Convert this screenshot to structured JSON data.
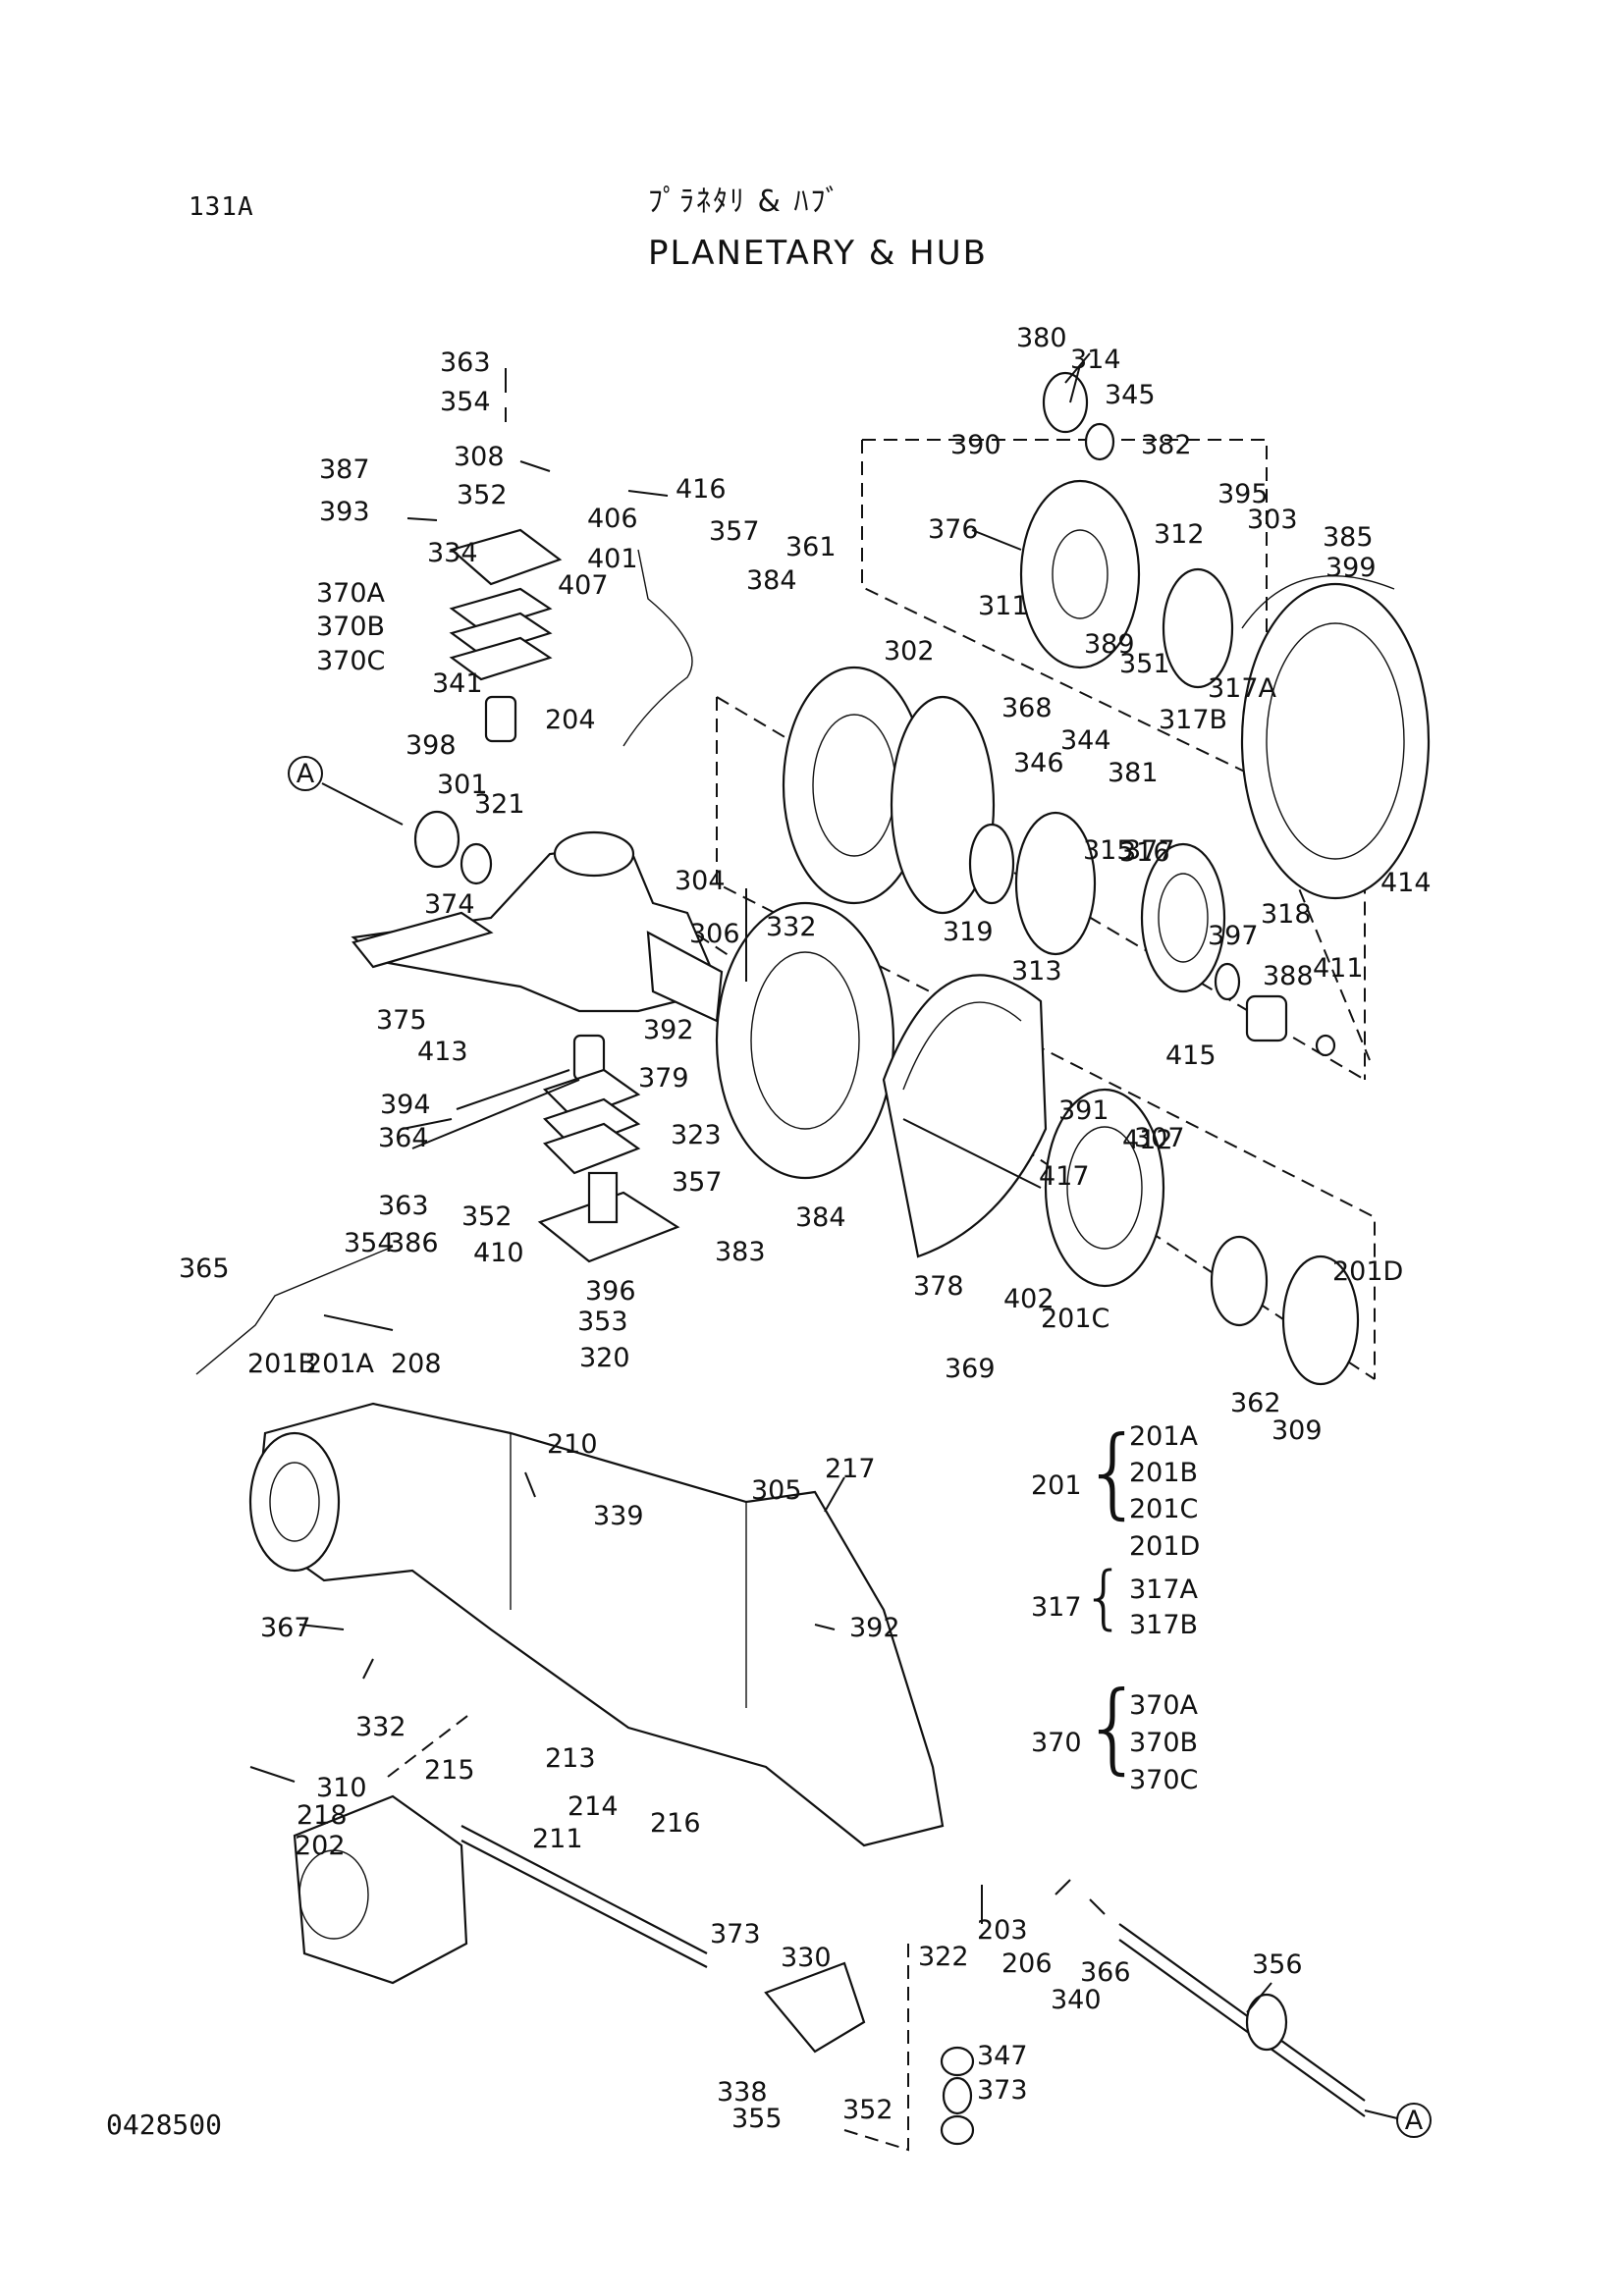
{
  "page_code": "131A",
  "title_jp": "ﾌﾟﾗﾈﾀﾘ & ﾊﾌﾞ",
  "title_en": "PLANETARY & HUB",
  "document_number": "0428500",
  "reference_marker": "A",
  "callouts": [
    "363",
    "354",
    "308",
    "416",
    "387",
    "352",
    "393",
    "406",
    "357",
    "334",
    "401",
    "361",
    "384",
    "407",
    "370A",
    "370B",
    "370C",
    "341",
    "204",
    "380",
    "314",
    "345",
    "390",
    "382",
    "376",
    "312",
    "395",
    "385",
    "303",
    "399",
    "311",
    "389",
    "351",
    "317A",
    "317B",
    "302",
    "368",
    "398",
    "301",
    "321",
    "374",
    "304",
    "306",
    "346",
    "344",
    "381",
    "315",
    "377",
    "316",
    "319",
    "313",
    "397",
    "318",
    "388",
    "411",
    "415",
    "414",
    "332",
    "392",
    "379",
    "375",
    "413",
    "394",
    "364",
    "323",
    "391",
    "412",
    "307",
    "417",
    "384",
    "357",
    "363",
    "354",
    "386",
    "352",
    "410",
    "383",
    "396",
    "378",
    "402",
    "201C",
    "201D",
    "365",
    "353",
    "320",
    "369",
    "362",
    "309",
    "201B",
    "201A",
    "208",
    "210",
    "305",
    "217",
    "339",
    "367",
    "392",
    "332",
    "215",
    "213",
    "214",
    "310",
    "218",
    "202",
    "211",
    "216",
    "203",
    "206",
    "366",
    "340",
    "322",
    "373",
    "330",
    "356",
    "347",
    "338",
    "355",
    "352",
    "373"
  ],
  "groups": [
    {
      "code": "201",
      "items": [
        "201A",
        "201B",
        "201C",
        "201D"
      ]
    },
    {
      "code": "317",
      "items": [
        "317A",
        "317B"
      ]
    },
    {
      "code": "370",
      "items": [
        "370A",
        "370B",
        "370C"
      ]
    }
  ]
}
